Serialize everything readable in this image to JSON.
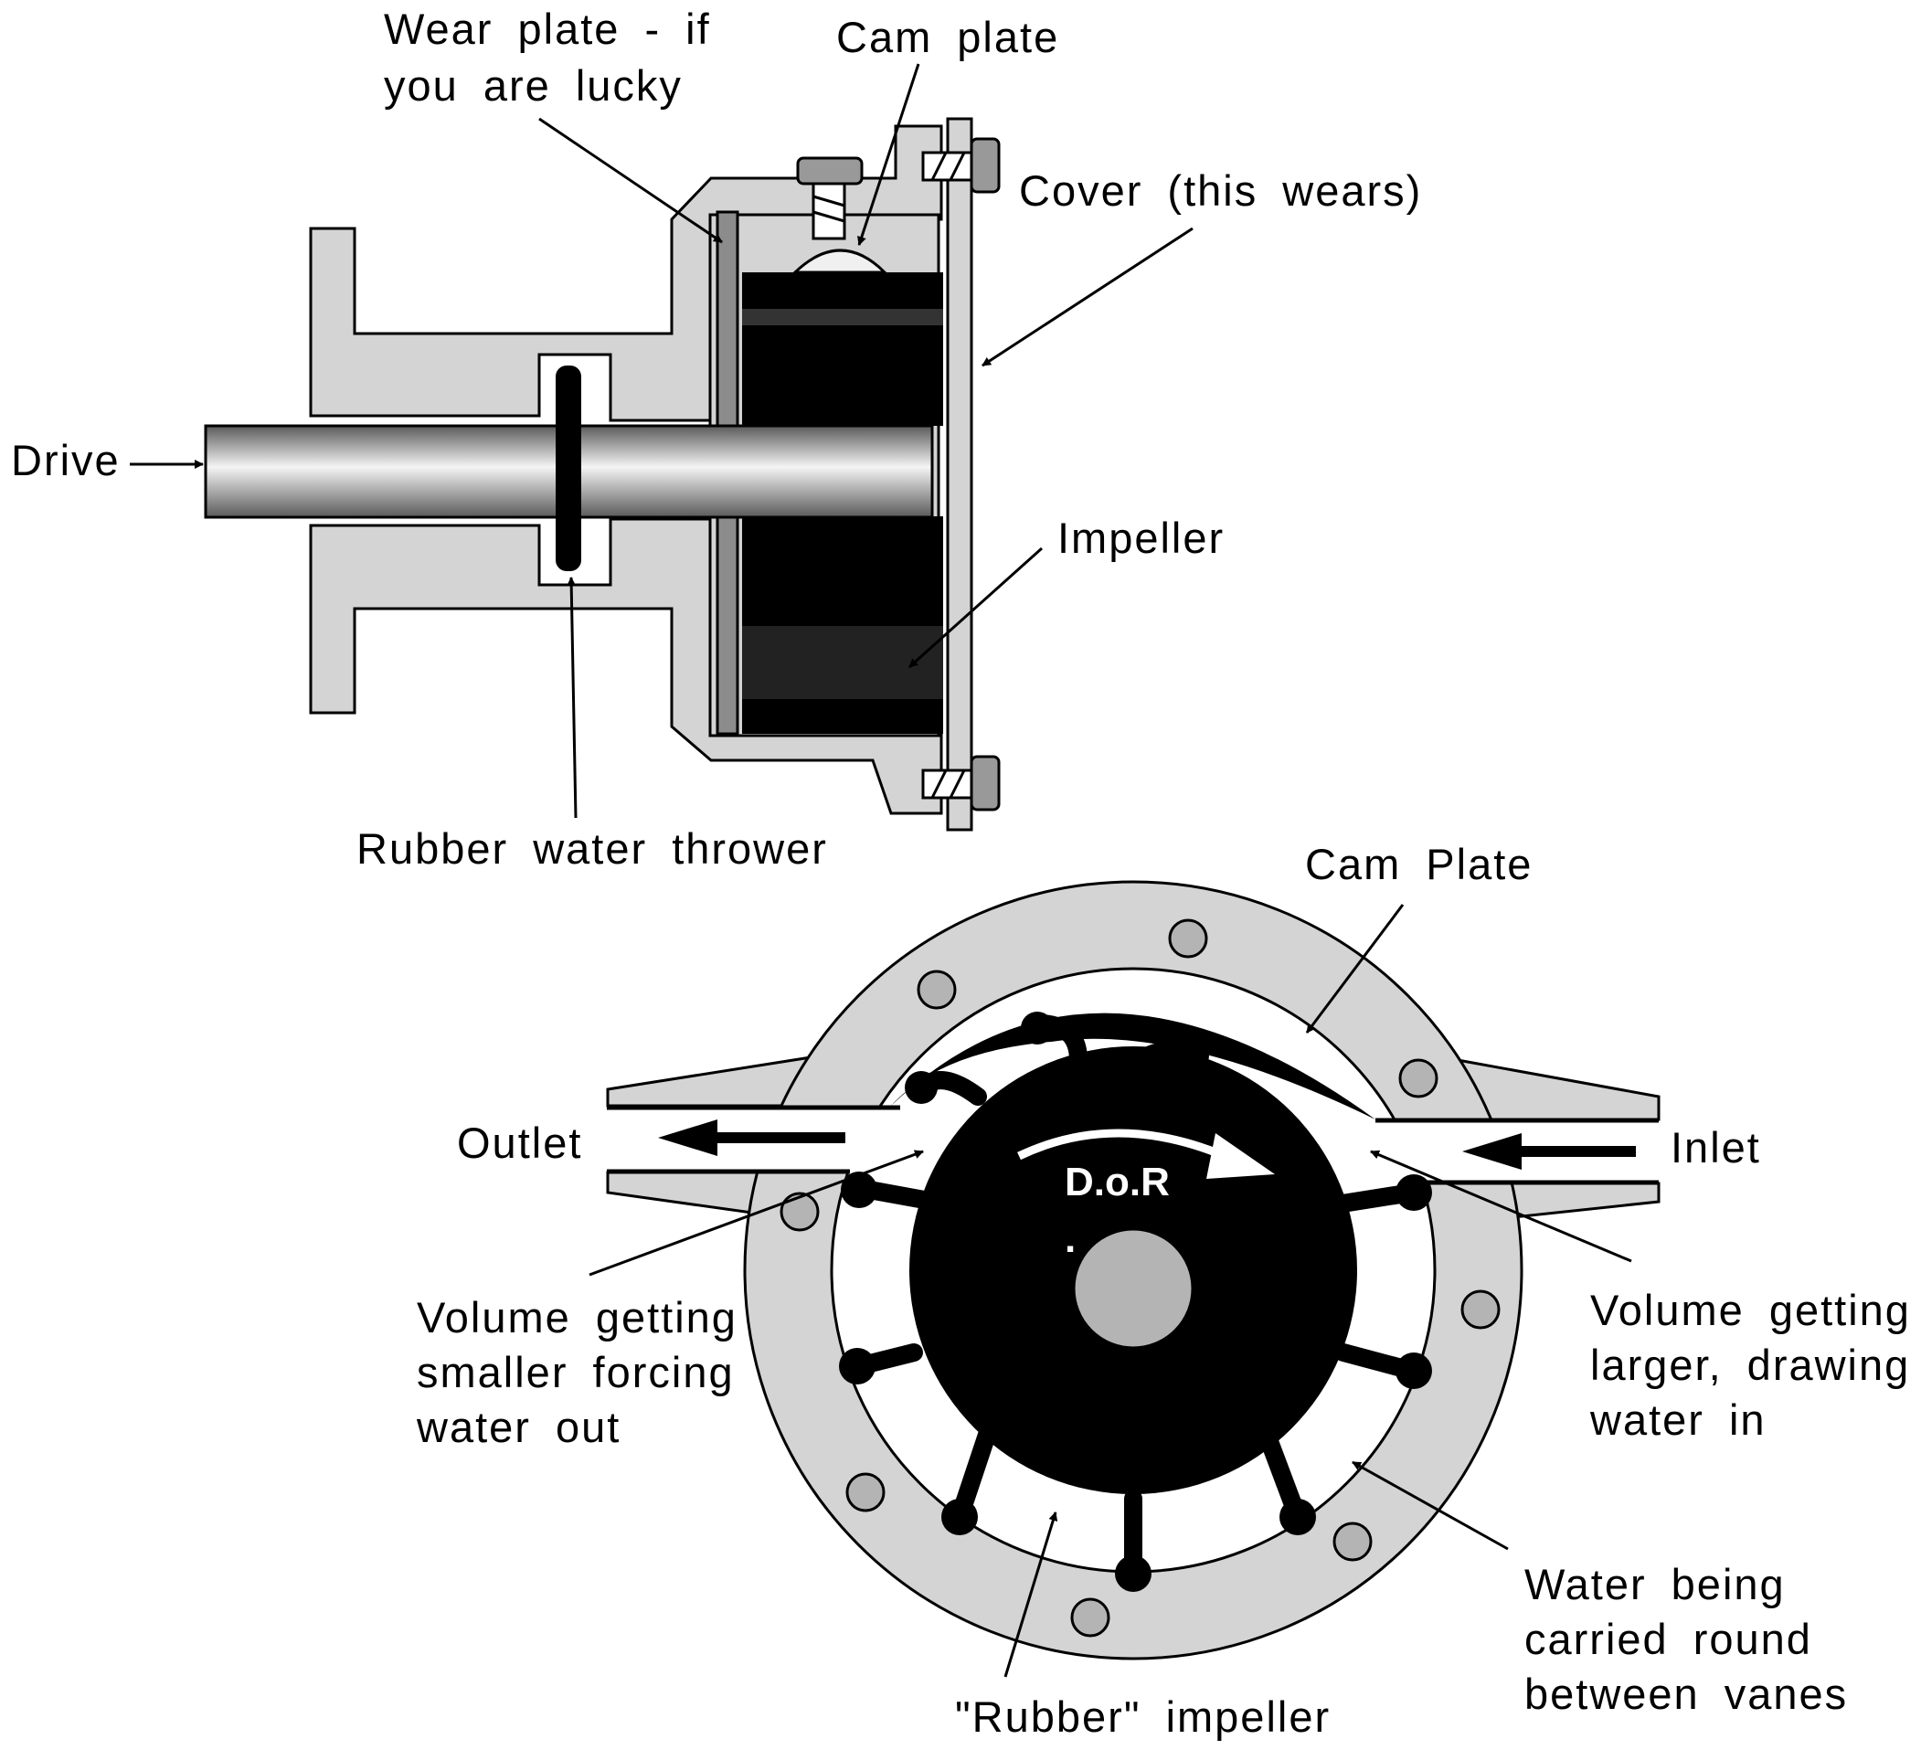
{
  "labels": {
    "wear_plate_line1": "Wear plate - if",
    "wear_plate_line2": "you are lucky",
    "cam_plate_top": "Cam plate",
    "cover": "Cover (this wears)",
    "drive": "Drive",
    "impeller": "Impeller",
    "thrower": "Rubber water thrower",
    "cam_plate_bottom": "Cam Plate",
    "outlet": "Outlet",
    "inlet": "Inlet",
    "dor": "D.o.R",
    "dor_dot": ".",
    "vol_smaller_1": "Volume getting",
    "vol_smaller_2": "smaller forcing",
    "vol_smaller_3": "water out",
    "vol_larger_1": "Volume getting",
    "vol_larger_2": "larger, drawing",
    "vol_larger_3": "water in",
    "water_1": "Water being",
    "water_2": "carried round",
    "water_3": "between vanes",
    "rubber_impeller": "\"Rubber\" impeller"
  },
  "colors": {
    "housing": "#d4d4d4",
    "wear_plate": "#8c8c8c",
    "impeller": "#000000",
    "hub": "#b4b4b4"
  }
}
